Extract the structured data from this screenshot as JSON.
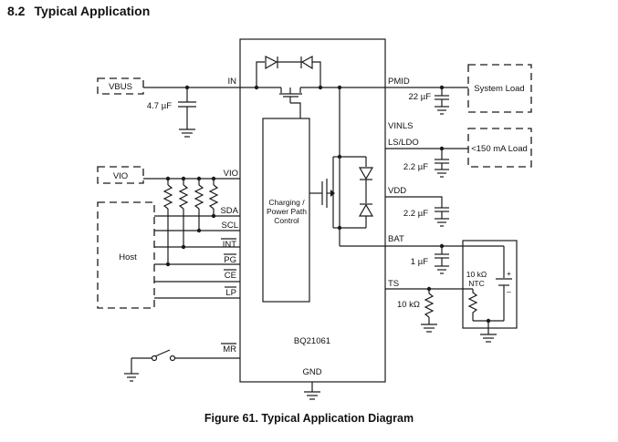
{
  "section": {
    "number": "8.2",
    "title": "Typical Application"
  },
  "caption": "Figure 61.  Typical Application Diagram",
  "ic": {
    "name": "BQ21061",
    "core_lines": [
      "Charging /",
      "Power Path",
      "Control"
    ],
    "pins_left": [
      "IN",
      "VIO",
      "SDA",
      "SCL",
      "INT",
      "PG",
      "CE",
      "LP",
      "MR"
    ],
    "pins_right": [
      "PMID",
      "VINLS",
      "LS/LDO",
      "VDD",
      "BAT",
      "TS"
    ],
    "pin_bottom": "GND"
  },
  "external": {
    "vbus": "VBUS",
    "vio": "VIO",
    "host": "Host",
    "system_load": "System Load",
    "ls_load": "<150 mA Load"
  },
  "components": {
    "c_in": "4.7 µF",
    "c_pmid": "22 µF",
    "c_ls": "2.2 µF",
    "c_vdd": "2.2 µF",
    "c_bat": "1 µF",
    "r_ts": "10 kΩ",
    "ntc_value": "10 kΩ",
    "ntc_label": "NTC",
    "batt_plus": "+",
    "batt_minus": "–"
  }
}
